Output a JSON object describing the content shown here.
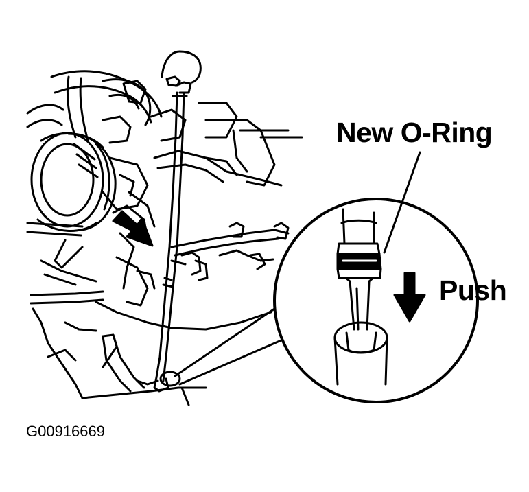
{
  "labels": {
    "new_o_ring": "New O-Ring",
    "push": "Push",
    "figure_code": "G00916669"
  },
  "icons": {
    "push_arrow": "arrow-down-icon",
    "indicator_arrow": "arrow-down-right-icon"
  },
  "colors": {
    "ink": "#000000",
    "paper": "#ffffff"
  }
}
